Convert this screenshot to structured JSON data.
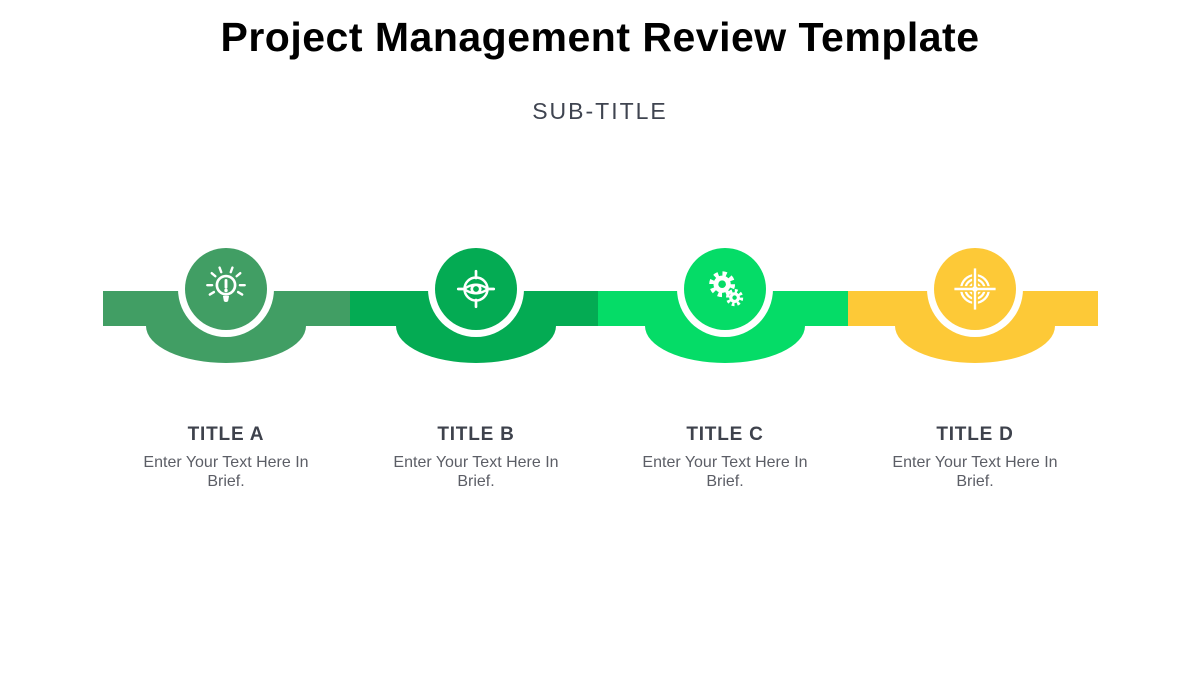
{
  "header": {
    "title": "Project Management Review Template",
    "subtitle": "SUB-TITLE"
  },
  "colors": {
    "background": "#FFFFFF",
    "title_color": "#000000",
    "subtitle_color": "#3F4450",
    "step_title_color": "#3E424C",
    "step_desc_color": "#5C5E66",
    "icon_color": "#FFFFFF"
  },
  "timeline": {
    "steps": [
      {
        "id": "A",
        "title": "TITLE A",
        "description": "Enter Your Text Here In Brief.",
        "color": "#419E64",
        "icon": "lightbulb-icon"
      },
      {
        "id": "B",
        "title": "TITLE B",
        "description": "Enter Your Text Here In Brief.",
        "color": "#04AB53",
        "icon": "eye-target-icon"
      },
      {
        "id": "C",
        "title": "TITLE C",
        "description": "Enter Your Text Here In Brief.",
        "color": "#05DC67",
        "icon": "gears-icon"
      },
      {
        "id": "D",
        "title": "TITLE D",
        "description": "Enter Your Text Here In Brief.",
        "color": "#FDC937",
        "icon": "bullseye-icon"
      }
    ]
  }
}
